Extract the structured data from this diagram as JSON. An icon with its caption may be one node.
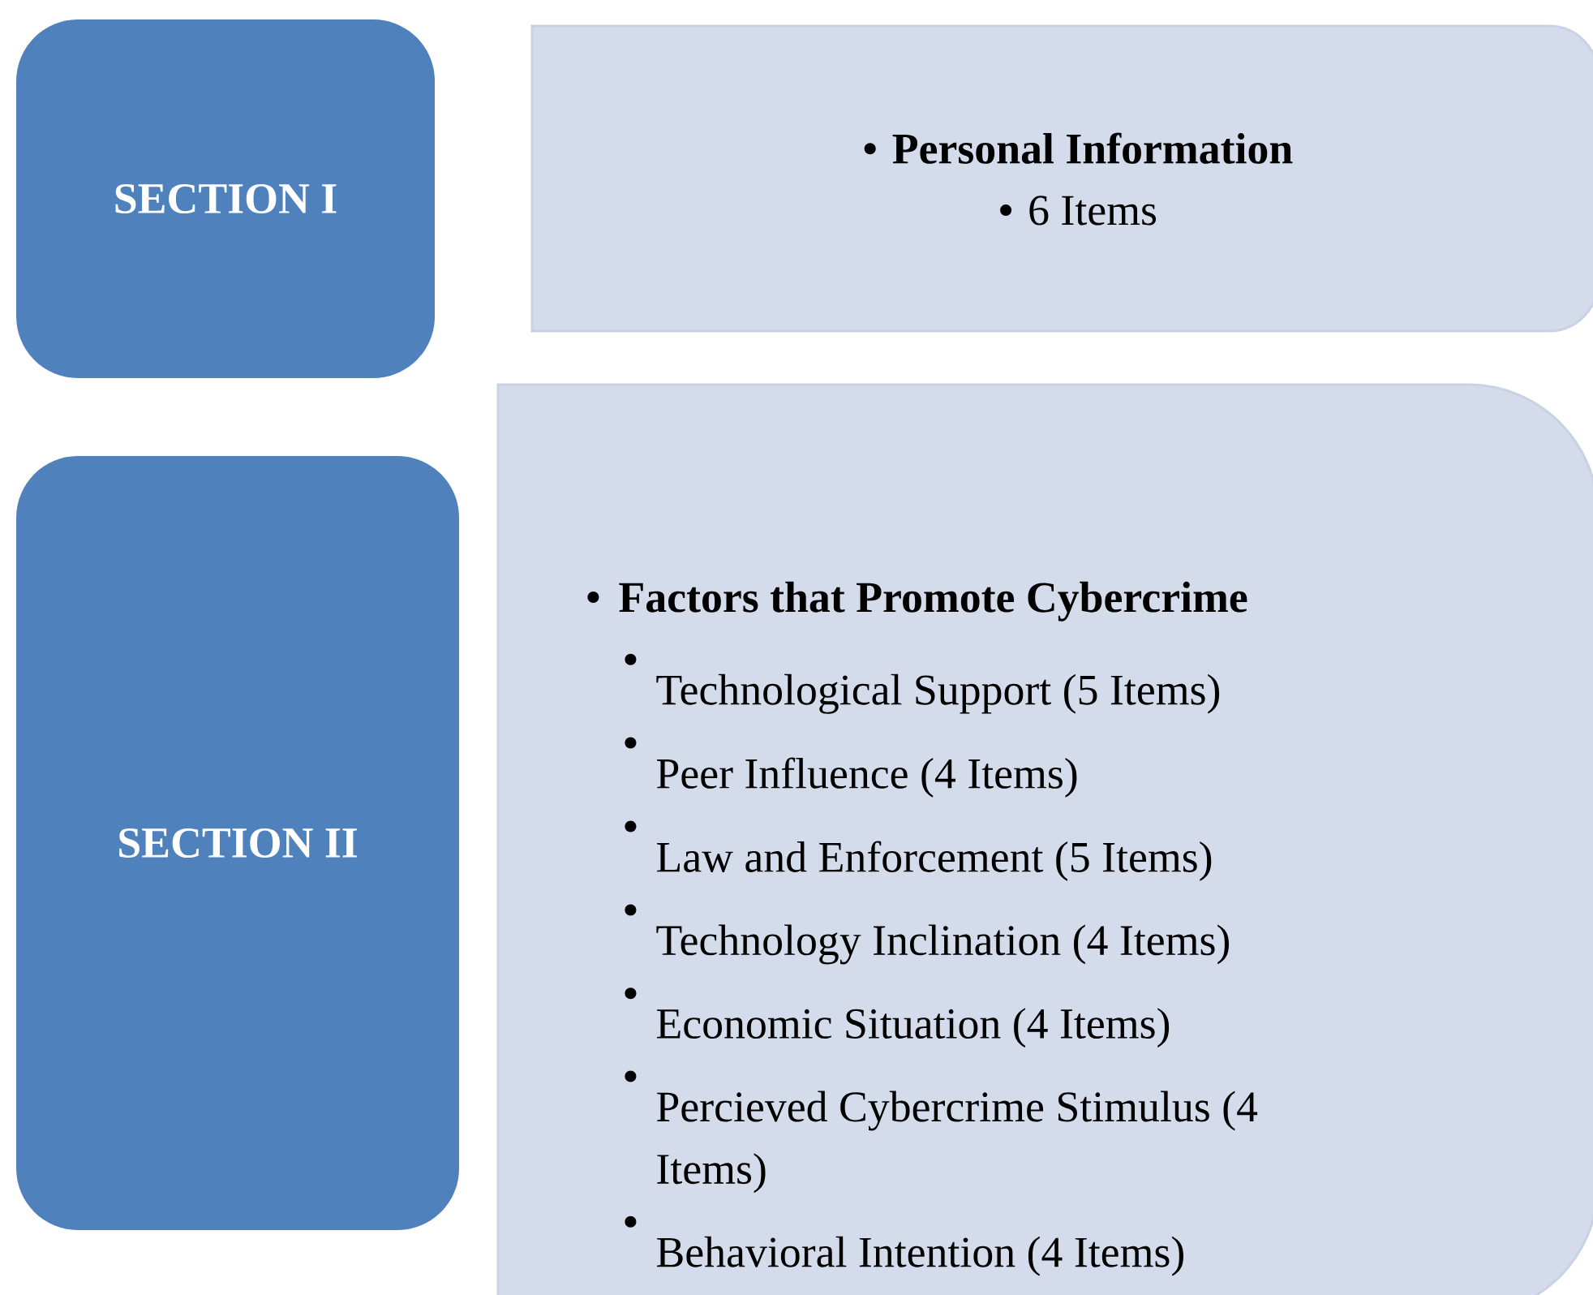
{
  "diagram": {
    "nodes": [
      {
        "text": [
          "SECTION I"
        ]
      },
      {
        "text": [
          "Personal Information",
          "6 Items"
        ]
      },
      {
        "text": [
          "SECTION II"
        ]
      },
      {
        "text": [
          "Factors that Promote Cybercrime",
          "Technological Support (5 Items)",
          "Peer Influence (4 Items)",
          "Law and Enforcement (5 Items)",
          "Technology Inclination (4 Items)",
          "Economic Situation (4 Items)",
          "Percieved Cybercrime Stimulus (4 Items)",
          "Behavioral Intention (4 Items)"
        ]
      }
    ]
  }
}
